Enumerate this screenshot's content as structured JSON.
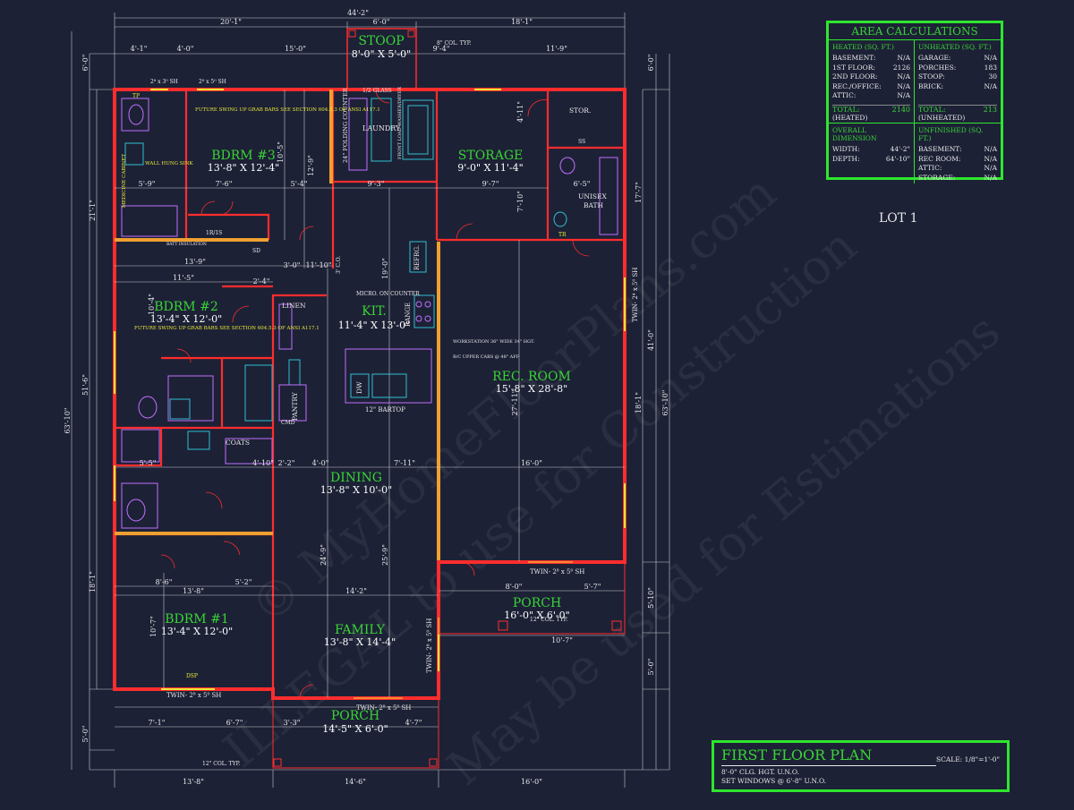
{
  "colors": {
    "background": "#1d2136",
    "walls": "#ff2d2d",
    "room_name": "#39d435",
    "frame": "#2ee62e",
    "insulation": "#f0a030",
    "fixtures": "#c070ff"
  },
  "watermark": {
    "line1": "© MyHomeFloorPlans.com",
    "line2": "ILLEGAL to use for Construction",
    "line3": "May be used for Estimations"
  },
  "rooms": {
    "stoop_top": {
      "name": "STOOP",
      "size": "8'-0\" X 5'-0\""
    },
    "bdrm3": {
      "name": "BDRM #3",
      "size": "13'-8\" X 12'-4\""
    },
    "storage": {
      "name": "STORAGE",
      "size": "9'-0\" X 11'-4\""
    },
    "bdrm2": {
      "name": "BDRM #2",
      "size": "13'-4\" X 12'-0\""
    },
    "kit": {
      "name": "KIT.",
      "size": "11'-4\" X 13'-0\""
    },
    "rec": {
      "name": "REC. ROOM",
      "size": "15'-8\" X 28'-8\""
    },
    "dining": {
      "name": "DINING",
      "size": "13'-8\" X 10'-0\""
    },
    "porch_right": {
      "name": "PORCH",
      "size": "16'-0\" X 6'-0\""
    },
    "bdrm1": {
      "name": "BDRM #1",
      "size": "13'-4\" X 12'-0\""
    },
    "family": {
      "name": "FAMILY",
      "size": "13'-8\" X 14'-4\""
    },
    "porch_bottom": {
      "name": "PORCH",
      "size": "14'-5\" X 6'-0\""
    }
  },
  "labels": {
    "col_typ_top": "8\" COL. TYP.",
    "col_typ_porch": "12\" COL. TYP.",
    "col_typ_bottom": "12\" COL. TYP.",
    "half_glass": "1/2 GLASS",
    "laundry": "LAUNDRY",
    "washer_dryer": "FRONT LOAD WASHER/DRYER",
    "folding_counter": "24\" FOLDING COUNTER",
    "stor": "STOR.",
    "unisex": "UNISEX",
    "bath": "BATH",
    "future1": "FUTURE SWING UP GRAB BARS SEE SECTION 604.5.3 OF ANSI A117.1",
    "future2": "FUTURE SWING UP GRAB BARS SEE SECTION 604.5.3 OF ANSI A117.1",
    "wall_hung_sink": "WALL HUNG SINK",
    "medicine_cabinet": "MEDICINE CABINET",
    "batt_insulation": "BATT INSULATION",
    "refrg": "REFRG.",
    "range": "RANGE",
    "linen": "LINEN",
    "pantry": "PANTRY",
    "coats": "COATS",
    "dw": "DW",
    "bartop": "12\" BARTOP",
    "micro": "MICRO. ON COUNTER",
    "workstation": "WORKSTATION 36\" WIDE 34\" HGT.",
    "bc_upper": "B/C UPPER CABS @ 48\" AFF",
    "co": "3' C.O.",
    "twin_rec": "TWIN- 2⁴ x 5⁰ SH",
    "twin_porch": "TWIN- 2⁸ x 5⁰ SH",
    "twin_family": "TWIN- 2⁸ x 5⁰ SH",
    "twin_bottom": "TWIN- 2⁸ x 5⁰ SH",
    "twin_bdrm1": "TWIN- 2⁸ x 5⁰ SH",
    "sh_top1": "2⁸ x 3⁰ SH",
    "sh_top2": "2⁸ x 5⁰ SH",
    "tp": "TP",
    "tr": "TR",
    "ss": "SS",
    "dsp": "DSP",
    "sd": "SD",
    "cmd": "CMD",
    "ir_is": "1R/1S",
    "lot": "LOT 1"
  },
  "dims": {
    "overall_width": "44'-2\"",
    "top_left": "20'-1\"",
    "top_mid": "6'-0\"",
    "top_right": "18'-1\"",
    "top_a": "4'-1\"",
    "top_b": "4'-0\"",
    "top_c": "15'-0\"",
    "top_d": "9'-4\"",
    "top_e": "11'-9\"",
    "left_total": "63'-10\"",
    "left_a": "21'-1\"",
    "left_b": "51'-6\"",
    "left_c": "18'-1\"",
    "left_d": "5'-0\"",
    "left_e": "6'-0\"",
    "right_total": "63'-10\"",
    "right_a": "17'-7\"",
    "right_b": "41'-0\"",
    "right_c": "18'-1\"",
    "right_d": "6'-0\"",
    "right_e": "5'-10\"",
    "right_f": "5'-0\"",
    "bottom_a": "13'-8\"",
    "bottom_b": "14'-6\"",
    "bottom_c": "16'-0\"",
    "bot_porch_a": "7'-1\"",
    "bot_porch_b": "6'-7\"",
    "bot_porch_c": "3'-3\"",
    "bot_porch_d": "4'-7\"",
    "b3_w": "13'-9\"",
    "b2_w": "11'-5\"",
    "dining_a": "5'-5\"",
    "dining_b": "4'-10\"",
    "dining_c": "2'-2\"",
    "dining_d": "4'-0\"",
    "dining_e": "7'-11\"",
    "rec_w": "16'-0\"",
    "rec_h": "27'-11\"",
    "kit_a": "9'-7\"",
    "kit_b": "9'-3\"",
    "kit_c": "19'-0\"",
    "fam_a": "13'-8\"",
    "fam_b": "14'-2\"",
    "fam_c": "24'-9\"",
    "fam_d": "25'-9\"",
    "porch_r_a": "8'-0\"",
    "porch_r_b": "5'-7\"",
    "porch_r_c": "10'-7\"",
    "b1_a": "8'-6\"",
    "b1_b": "5'-2\"",
    "b1_c": "10'-7\"",
    "b3_a": "5'-9\"",
    "b3_b": "7'-6\"",
    "b3_c": "5'-4\"",
    "b3_d": "10'-5\"",
    "b3_e": "12'-9\"",
    "b2_a": "10'-4\"",
    "b2_b": "3'-0\"",
    "b2_c": "11'-10\"",
    "b2_d": "2'-4\"",
    "stor_a": "4'-11\"",
    "stor_b": "6'-5\"",
    "stor_c": "7'-10\""
  },
  "area": {
    "title": "AREA CALCULATIONS",
    "heated_header": "HEATED (SQ. FT.)",
    "heated": [
      {
        "k": "BASEMENT:",
        "v": "N/A"
      },
      {
        "k": "1ST FLOOR:",
        "v": "2126"
      },
      {
        "k": "2ND FLOOR:",
        "v": "N/A"
      },
      {
        "k": "REC./OFFICE:",
        "v": "N/A"
      },
      {
        "k": "ATTIC:",
        "v": "N/A"
      }
    ],
    "heated_total_label": "TOTAL:",
    "heated_total": "2140",
    "heated_sub": "(HEATED)",
    "unheated_header": "UNHEATED (SQ. FT.)",
    "unheated": [
      {
        "k": "GARAGE:",
        "v": "N/A"
      },
      {
        "k": "PORCHES:",
        "v": "183"
      },
      {
        "k": "STOOP:",
        "v": "30"
      },
      {
        "k": "BRICK:",
        "v": "N/A"
      }
    ],
    "unheated_total_label": "TOTAL:",
    "unheated_total": "213",
    "unheated_sub": "(UNHEATED)",
    "overall_header": "OVERALL DIMENSION",
    "overall": [
      {
        "k": "WIDTH:",
        "v": "44'-2\""
      },
      {
        "k": "DEPTH:",
        "v": "64'-10\""
      }
    ],
    "unfinished_header": "UNFINISHED (SQ. FT.)",
    "unfinished": [
      {
        "k": "BASEMENT:",
        "v": "N/A"
      },
      {
        "k": "REC ROOM:",
        "v": "N/A"
      },
      {
        "k": "ATTIC:",
        "v": "N/A"
      },
      {
        "k": "STORAGE:",
        "v": "N/A"
      }
    ]
  },
  "title_block": {
    "title": "FIRST FLOOR PLAN",
    "scale": "SCALE: 1/8\"=1'-0\"",
    "line1": "8'-0\" CLG. HGT. U.N.O.",
    "line2": "SET WINDOWS @ 6'-8\" U.N.O."
  }
}
